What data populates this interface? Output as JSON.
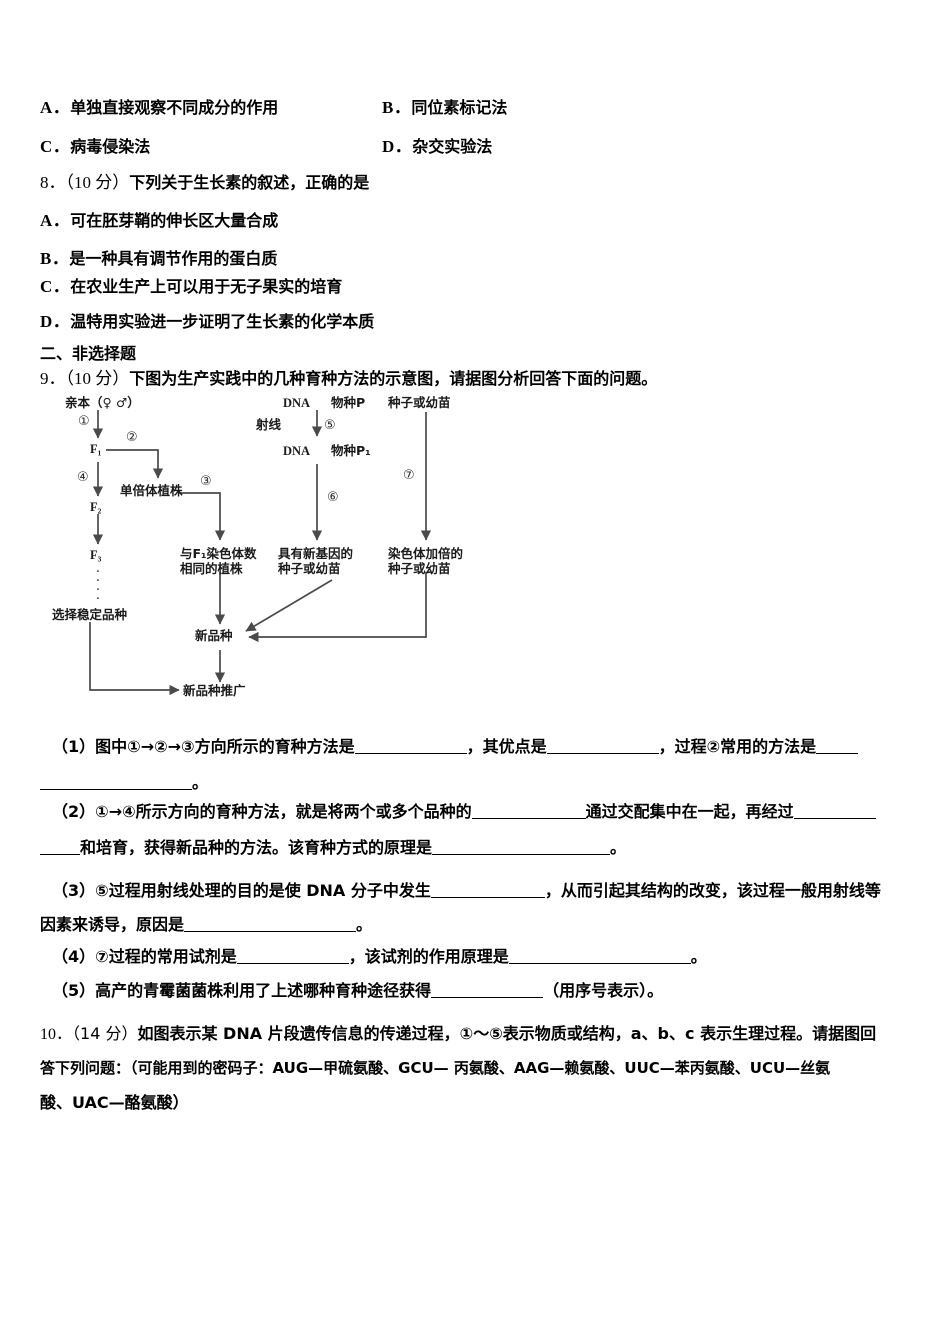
{
  "document": {
    "type": "exam-paper",
    "language": "zh-CN",
    "subject": "biology"
  },
  "question7_options": {
    "a_letter": "A．",
    "a_text": "单独直接观察不同成分的作用",
    "b_letter": "B．",
    "b_text": "同位素标记法",
    "c_letter": "C．",
    "c_text": "病毒侵染法",
    "d_letter": "D．",
    "d_text": "杂交实验法"
  },
  "question8": {
    "number": "8．",
    "score": "（10 分）",
    "stem": "下列关于生长素的叙述，正确的是",
    "options": [
      {
        "letter": "A．",
        "text": "可在胚芽鞘的伸长区大量合成"
      },
      {
        "letter": "B．",
        "text": "是一种具有调节作用的蛋白质"
      },
      {
        "letter": "C．",
        "text": "在农业生产上可以用于无子果实的培育"
      },
      {
        "letter": "D．",
        "text": "温特用实验进一步证明了生长素的化学本质"
      }
    ]
  },
  "section2": {
    "heading": "二、非选择题"
  },
  "question9": {
    "number": "9．",
    "score": "（10 分）",
    "stem": "下图为生产实践中的几种育种方法的示意图，请据图分析回答下面的问题。",
    "diagram": {
      "nodes": {
        "parent": "亲本（♀ ♂）",
        "f1": "F₁",
        "f2": "F₂",
        "f3": "F₃",
        "stable_variety": "选择稳定品种",
        "haploid_plant": "单倍体植株",
        "same_chrom_plant_line1": "与F₁染色体数",
        "same_chrom_plant_line2": "相同的植株",
        "dna_top": "DNA",
        "species_p": "物种P",
        "rays": "射线",
        "dna_bottom": "DNA",
        "species_p1": "物种P₁",
        "new_gene_seed_line1": "具有新基因的",
        "new_gene_seed_line2": "种子或幼苗",
        "seed_or_seedling": "种子或幼苗",
        "doubled_chrom_seed_line1": "染色体加倍的",
        "doubled_chrom_seed_line2": "种子或幼苗",
        "new_variety": "新品种",
        "promote_variety": "新品种推广"
      },
      "process_labels": {
        "p1": "①",
        "p2": "②",
        "p3": "③",
        "p4": "④",
        "p5": "⑤",
        "p6": "⑥",
        "p7": "⑦"
      }
    },
    "sub_questions": [
      {
        "label": "（1）",
        "segments": [
          {
            "kind": "text",
            "value": "图中①→②→③方向所示的育种方法是"
          },
          {
            "kind": "blank",
            "width": 108
          },
          {
            "kind": "text",
            "value": "，其优点是"
          },
          {
            "kind": "blank",
            "width": 108
          },
          {
            "kind": "text",
            "value": "，过程②常用的方法是"
          },
          {
            "kind": "blank",
            "width": 40
          }
        ],
        "cont_blank_width": 150,
        "cont_text": "。"
      },
      {
        "label": "（2）",
        "segments": [
          {
            "kind": "text",
            "value": "①→④所示方向的育种方法，就是将两个或多个品种的"
          },
          {
            "kind": "blank",
            "width": 110
          },
          {
            "kind": "text",
            "value": "通过交配集中在一起，再经过"
          },
          {
            "kind": "blank",
            "width": 80
          }
        ],
        "cont_blank_width": 38,
        "cont_text": "和培育，获得新品种的方法。该育种方式的原理是",
        "cont_blank2_width": 175,
        "cont_text2": "。"
      },
      {
        "label": "（3）",
        "segments": [
          {
            "kind": "text",
            "value": "⑤过程用射线处理的目的是使 DNA 分子中发生"
          },
          {
            "kind": "blank",
            "width": 110
          },
          {
            "kind": "text",
            "value": "，从而引起其结构的改变，该过程一般用射线等"
          }
        ],
        "cont_text": "因素来诱导，原因是",
        "cont_blank_width": 168,
        "cont_text2": "。"
      },
      {
        "label": "（4）",
        "segments": [
          {
            "kind": "text",
            "value": "⑦过程的常用试剂是"
          },
          {
            "kind": "blank",
            "width": 108
          },
          {
            "kind": "text",
            "value": "，该试剂的作用原理是"
          },
          {
            "kind": "blank",
            "width": 178
          },
          {
            "kind": "text",
            "value": "。"
          }
        ]
      },
      {
        "label": "（5）",
        "segments": [
          {
            "kind": "text",
            "value": "高产的青霉菌菌株利用了上述哪种育种途径获得"
          },
          {
            "kind": "blank",
            "width": 108
          },
          {
            "kind": "text",
            "value": "（用序号表示）。"
          }
        ]
      }
    ]
  },
  "question10": {
    "number": "10．",
    "score": "（14 分）",
    "line1": "如图表示某 DNA 片段遗传信息的传递过程，①～⑤表示物质或结构，a、b、c 表示生理过程。请据图回",
    "line2": "答下列问题：（可能用到的密码子：AUG—甲硫氨酸、GCU— 丙氨酸、AAG—赖氨酸、UUC—苯丙氨酸、UCU—丝氨",
    "line3": "酸、UAC—酪氨酸）"
  },
  "colors": {
    "text": "#000000",
    "diagram_line": "#4a4a4a",
    "background": "#ffffff"
  }
}
